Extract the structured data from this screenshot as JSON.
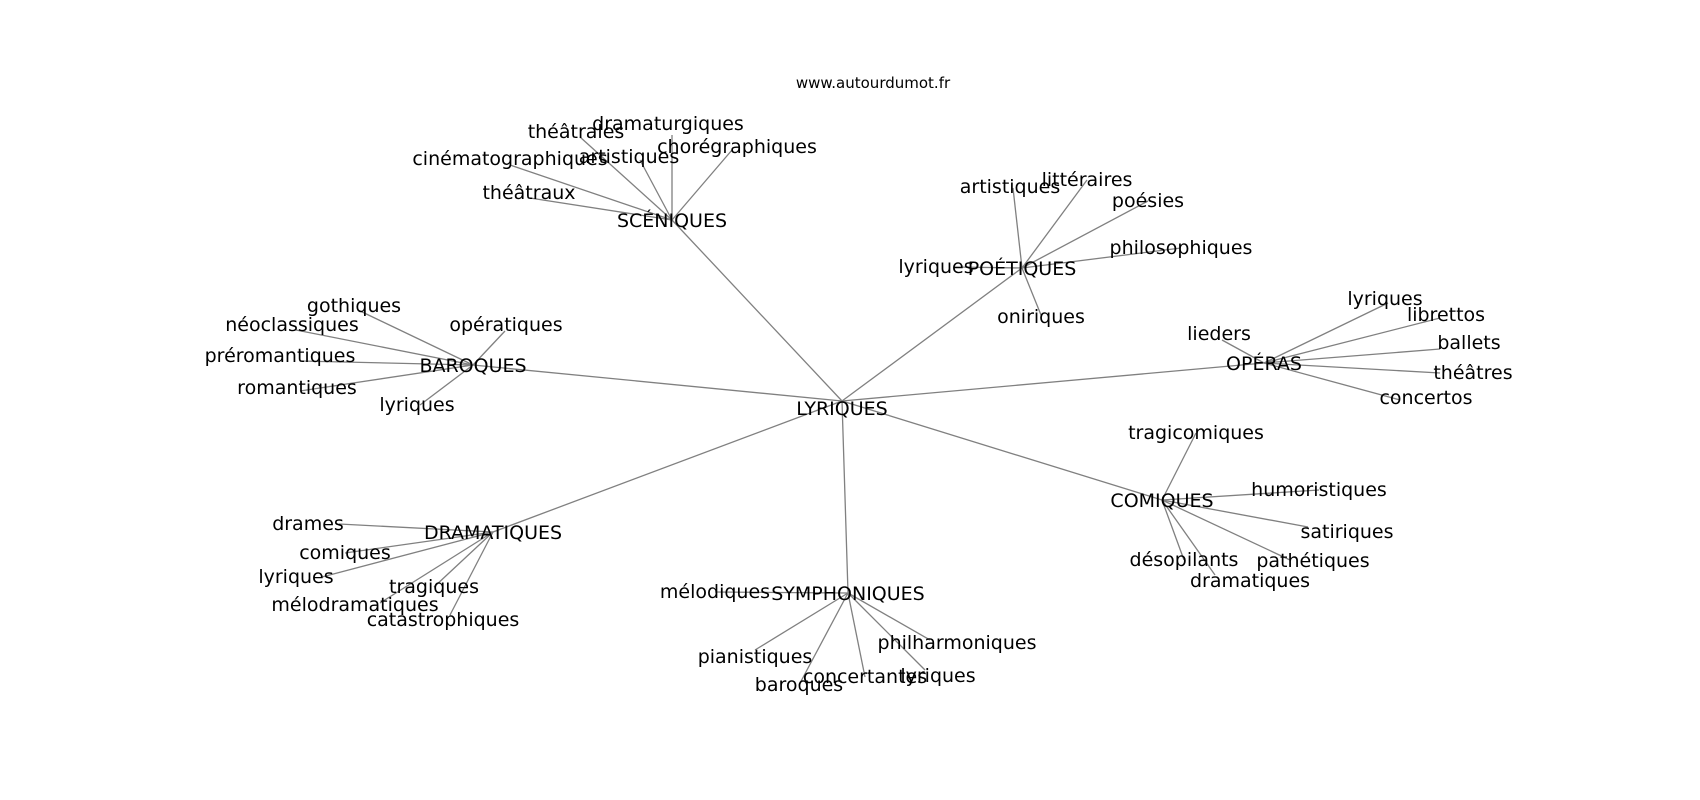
{
  "source_url": "www.autourdumot.fr",
  "center": "LYRIQUES",
  "clusters": [
    {
      "name": "SCÉNIQUES",
      "words": [
        "dramaturgiques",
        "théâtrales",
        "chorégraphiques",
        "artistiques",
        "cinématographiques",
        "théâtraux"
      ]
    },
    {
      "name": "POÉTIQUES",
      "words": [
        "artistiques",
        "littéraires",
        "poésies",
        "philosophiques",
        "lyriques",
        "oniriques"
      ]
    },
    {
      "name": "BAROQUES",
      "words": [
        "gothiques",
        "néoclassiques",
        "préromantiques",
        "romantiques",
        "opératiques",
        "lyriques"
      ]
    },
    {
      "name": "OPÉRAS",
      "words": [
        "lyriques",
        "librettos",
        "lieders",
        "ballets",
        "théâtres",
        "concertos"
      ]
    },
    {
      "name": "COMIQUES",
      "words": [
        "tragicomiques",
        "humoristiques",
        "satiriques",
        "pathétiques",
        "désopilants",
        "dramatiques"
      ]
    },
    {
      "name": "DRAMATIQUES",
      "words": [
        "drames",
        "comiques",
        "lyriques",
        "tragiques",
        "mélodramatiques",
        "catastrophiques"
      ]
    },
    {
      "name": "SYMPHONIQUES",
      "words": [
        "mélodiques",
        "pianistiques",
        "philharmoniques",
        "baroques",
        "concertantes",
        "lyriques"
      ]
    }
  ]
}
